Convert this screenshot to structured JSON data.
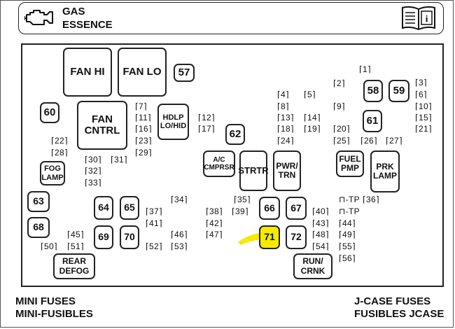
{
  "header": {
    "line1": "GAS",
    "line2": "ESSENCE"
  },
  "relays": {
    "fan_hi": "FAN HI",
    "fan_lo": "FAN LO",
    "r57": "57",
    "r60": "60",
    "fan_cntrl_1": "FAN",
    "fan_cntrl_2": "CNTRL",
    "hdlp_1": "HDLP",
    "hdlp_2": "LO/HID",
    "r62": "62",
    "r58": "58",
    "r59": "59",
    "r61": "61",
    "fog_1": "FOG",
    "fog_2": "LAMP",
    "ac_1": "A/C",
    "ac_2": "CMPRSR",
    "strtr": "STRTR",
    "pwr_1": "PWR/",
    "pwr_2": "TRN",
    "fuel_1": "FUEL",
    "fuel_2": "PMP",
    "prk_1": "PRK",
    "prk_2": "LAMP",
    "r63": "63",
    "r68": "68",
    "r64": "64",
    "r65": "65",
    "r69": "69",
    "r70": "70",
    "r66": "66",
    "r67": "67",
    "r71": "71",
    "r72": "72",
    "rear_1": "REAR",
    "rear_2": "DEFOG",
    "run_1": "RUN/",
    "run_2": "CRNK"
  },
  "fuses": {
    "f1": "1",
    "f2": "2",
    "f3": "3",
    "f4": "4",
    "f5": "5",
    "f6": "6",
    "f7": "7",
    "f8": "8",
    "f9": "9",
    "f10": "10",
    "f11": "11",
    "f12": "12",
    "f13": "13",
    "f14": "14",
    "f15": "15",
    "f16": "16",
    "f17": "17",
    "f18": "18",
    "f19": "19",
    "f20": "20",
    "f21": "21",
    "f22": "22",
    "f23": "23",
    "f24": "24",
    "f25": "25",
    "f26": "26",
    "f27": "27",
    "f28": "28",
    "f29": "29",
    "f30": "30",
    "f31": "31",
    "f32": "32",
    "f33": "33",
    "f34": "34",
    "f35": "35",
    "f36": "36",
    "f37": "37",
    "f38": "38",
    "f39": "39",
    "f40": "40",
    "f41": "41",
    "f42": "42",
    "f43": "43",
    "f44": "44",
    "f45": "45",
    "f46": "46",
    "f47": "47",
    "f48": "48",
    "f49": "49",
    "f50": "50",
    "f51": "51",
    "f52": "52",
    "f53": "53",
    "f54": "54",
    "f55": "55",
    "f56": "56",
    "tp1": "TP",
    "tp2": "TP"
  },
  "footer": {
    "mini_1": "MINI FUSES",
    "mini_2": "MINI-FUSIBLES",
    "jcase_1": "J-CASE FUSES",
    "jcase_2": "FUSIBLES JCASE"
  },
  "highlight_color": "#f5ea00"
}
